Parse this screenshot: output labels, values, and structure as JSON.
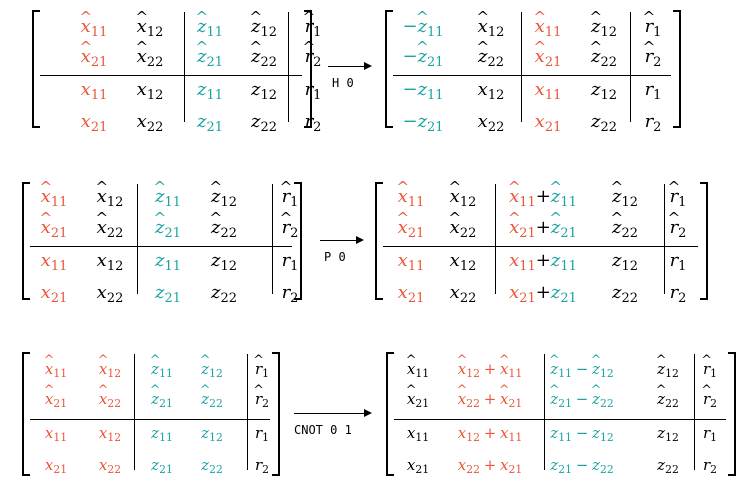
{
  "colors": {
    "x": "#e8573a",
    "z": "#1aa3a3",
    "r": "#000000"
  },
  "arrows": [
    {
      "label": "H 0"
    },
    {
      "label": "P 0"
    },
    {
      "label": "CNOT 0 1"
    }
  ],
  "matrices": [
    {
      "id": "m1",
      "rows": [
        [
          {
            "t": "x",
            "h": true,
            "s": "11",
            "c": "x"
          },
          {
            "t": "x",
            "h": true,
            "s": "12",
            "c": "k"
          },
          {
            "t": "z",
            "h": true,
            "s": "11",
            "c": "z"
          },
          {
            "t": "z",
            "h": true,
            "s": "12",
            "c": "k"
          },
          {
            "t": "r",
            "h": true,
            "s": "1",
            "c": "k"
          }
        ],
        [
          {
            "t": "x",
            "h": true,
            "s": "21",
            "c": "x"
          },
          {
            "t": "x",
            "h": true,
            "s": "22",
            "c": "k"
          },
          {
            "t": "z",
            "h": true,
            "s": "21",
            "c": "z"
          },
          {
            "t": "z",
            "h": true,
            "s": "22",
            "c": "k"
          },
          {
            "t": "r",
            "h": true,
            "s": "2",
            "c": "k"
          }
        ],
        [
          {
            "t": "x",
            "s": "11",
            "c": "x"
          },
          {
            "t": "x",
            "s": "12",
            "c": "k"
          },
          {
            "t": "z",
            "s": "11",
            "c": "z"
          },
          {
            "t": "z",
            "s": "12",
            "c": "k"
          },
          {
            "t": "r",
            "s": "1",
            "c": "k"
          }
        ],
        [
          {
            "t": "x",
            "s": "21",
            "c": "x"
          },
          {
            "t": "x",
            "s": "22",
            "c": "k"
          },
          {
            "t": "z",
            "s": "21",
            "c": "z"
          },
          {
            "t": "z",
            "s": "22",
            "c": "k"
          },
          {
            "t": "r",
            "s": "2",
            "c": "k"
          }
        ]
      ]
    },
    {
      "id": "m2",
      "rows": [
        [
          {
            "t": "z",
            "h": true,
            "s": "11",
            "c": "z",
            "pre": "−"
          },
          {
            "t": "x",
            "h": true,
            "s": "12",
            "c": "k"
          },
          {
            "t": "x",
            "h": true,
            "s": "11",
            "c": "x"
          },
          {
            "t": "z",
            "h": true,
            "s": "12",
            "c": "k"
          },
          {
            "t": "r",
            "h": true,
            "s": "1",
            "c": "k"
          }
        ],
        [
          {
            "t": "z",
            "h": true,
            "s": "21",
            "c": "z",
            "pre": "−"
          },
          {
            "t": "z",
            "h": true,
            "s": "22",
            "c": "k"
          },
          {
            "t": "x",
            "h": true,
            "s": "21",
            "c": "x"
          },
          {
            "t": "z",
            "h": true,
            "s": "22",
            "c": "k"
          },
          {
            "t": "r",
            "h": true,
            "s": "2",
            "c": "k"
          }
        ],
        [
          {
            "t": "z",
            "s": "11",
            "c": "z",
            "pre": "−"
          },
          {
            "t": "x",
            "s": "12",
            "c": "k"
          },
          {
            "t": "x",
            "s": "11",
            "c": "x"
          },
          {
            "t": "z",
            "s": "12",
            "c": "k"
          },
          {
            "t": "r",
            "s": "1",
            "c": "k"
          }
        ],
        [
          {
            "t": "z",
            "s": "21",
            "c": "z",
            "pre": "−"
          },
          {
            "t": "x",
            "s": "22",
            "c": "k"
          },
          {
            "t": "x",
            "s": "21",
            "c": "x"
          },
          {
            "t": "z",
            "s": "22",
            "c": "k"
          },
          {
            "t": "r",
            "s": "2",
            "c": "k"
          }
        ]
      ]
    },
    {
      "id": "m3",
      "rows": [
        [
          {
            "t": "x",
            "h": true,
            "s": "11",
            "c": "x"
          },
          {
            "t": "x",
            "h": true,
            "s": "12",
            "c": "k"
          },
          {
            "t": "z",
            "h": true,
            "s": "11",
            "c": "z"
          },
          {
            "t": "z",
            "h": true,
            "s": "12",
            "c": "k"
          },
          {
            "t": "r",
            "h": true,
            "s": "1",
            "c": "k"
          }
        ],
        [
          {
            "t": "x",
            "h": true,
            "s": "21",
            "c": "x"
          },
          {
            "t": "x",
            "h": true,
            "s": "22",
            "c": "k"
          },
          {
            "t": "z",
            "h": true,
            "s": "21",
            "c": "z"
          },
          {
            "t": "z",
            "h": true,
            "s": "22",
            "c": "k"
          },
          {
            "t": "r",
            "h": true,
            "s": "2",
            "c": "k"
          }
        ],
        [
          {
            "t": "x",
            "s": "11",
            "c": "x"
          },
          {
            "t": "x",
            "s": "12",
            "c": "k"
          },
          {
            "t": "z",
            "s": "11",
            "c": "z"
          },
          {
            "t": "z",
            "s": "12",
            "c": "k"
          },
          {
            "t": "r",
            "s": "1",
            "c": "k"
          }
        ],
        [
          {
            "t": "x",
            "s": "21",
            "c": "x"
          },
          {
            "t": "x",
            "s": "22",
            "c": "k"
          },
          {
            "t": "z",
            "s": "21",
            "c": "z"
          },
          {
            "t": "z",
            "s": "22",
            "c": "k"
          },
          {
            "t": "r",
            "s": "2",
            "c": "k"
          }
        ]
      ]
    },
    {
      "id": "m4",
      "rows": [
        [
          {
            "t": "x",
            "h": true,
            "s": "11",
            "c": "x"
          },
          {
            "t": "x",
            "h": true,
            "s": "12",
            "c": "k"
          },
          {
            "sum": [
              {
                "t": "x",
                "h": true,
                "s": "11",
                "c": "x"
              },
              {
                "t": "z",
                "h": true,
                "s": "11",
                "c": "z"
              }
            ],
            "op": "+"
          },
          {
            "t": "z",
            "h": true,
            "s": "12",
            "c": "k"
          },
          {
            "t": "r",
            "h": true,
            "s": "1",
            "c": "k"
          }
        ],
        [
          {
            "t": "x",
            "h": true,
            "s": "21",
            "c": "x"
          },
          {
            "t": "x",
            "h": true,
            "s": "22",
            "c": "k"
          },
          {
            "sum": [
              {
                "t": "x",
                "h": true,
                "s": "21",
                "c": "x"
              },
              {
                "t": "z",
                "h": true,
                "s": "21",
                "c": "z"
              }
            ],
            "op": "+"
          },
          {
            "t": "z",
            "h": true,
            "s": "22",
            "c": "k"
          },
          {
            "t": "r",
            "h": true,
            "s": "2",
            "c": "k"
          }
        ],
        [
          {
            "t": "x",
            "s": "11",
            "c": "x"
          },
          {
            "t": "x",
            "s": "12",
            "c": "k"
          },
          {
            "sum": [
              {
                "t": "x",
                "s": "11",
                "c": "x"
              },
              {
                "t": "z",
                "s": "11",
                "c": "z"
              }
            ],
            "op": "+"
          },
          {
            "t": "z",
            "s": "12",
            "c": "k"
          },
          {
            "t": "r",
            "s": "1",
            "c": "k"
          }
        ],
        [
          {
            "t": "x",
            "s": "21",
            "c": "x"
          },
          {
            "t": "x",
            "s": "22",
            "c": "k"
          },
          {
            "sum": [
              {
                "t": "x",
                "s": "21",
                "c": "x"
              },
              {
                "t": "z",
                "s": "21",
                "c": "z"
              }
            ],
            "op": "+"
          },
          {
            "t": "z",
            "s": "22",
            "c": "k"
          },
          {
            "t": "r",
            "s": "2",
            "c": "k"
          }
        ]
      ]
    },
    {
      "id": "m5",
      "rows": [
        [
          {
            "t": "x",
            "h": true,
            "s": "11",
            "c": "x"
          },
          {
            "t": "x",
            "h": true,
            "s": "12",
            "c": "x"
          },
          {
            "t": "z",
            "h": true,
            "s": "11",
            "c": "z"
          },
          {
            "t": "z",
            "h": true,
            "s": "12",
            "c": "z"
          },
          {
            "t": "r",
            "h": true,
            "s": "1",
            "c": "k"
          }
        ],
        [
          {
            "t": "x",
            "h": true,
            "s": "21",
            "c": "x"
          },
          {
            "t": "x",
            "h": true,
            "s": "22",
            "c": "x"
          },
          {
            "t": "z",
            "h": true,
            "s": "21",
            "c": "z"
          },
          {
            "t": "z",
            "h": true,
            "s": "22",
            "c": "z"
          },
          {
            "t": "r",
            "h": true,
            "s": "2",
            "c": "k"
          }
        ],
        [
          {
            "t": "x",
            "s": "11",
            "c": "x"
          },
          {
            "t": "x",
            "s": "12",
            "c": "x"
          },
          {
            "t": "z",
            "s": "11",
            "c": "z"
          },
          {
            "t": "z",
            "s": "12",
            "c": "z"
          },
          {
            "t": "r",
            "s": "1",
            "c": "k"
          }
        ],
        [
          {
            "t": "x",
            "s": "21",
            "c": "x"
          },
          {
            "t": "x",
            "s": "22",
            "c": "x"
          },
          {
            "t": "z",
            "s": "21",
            "c": "z"
          },
          {
            "t": "z",
            "s": "22",
            "c": "z"
          },
          {
            "t": "r",
            "s": "2",
            "c": "k"
          }
        ]
      ]
    },
    {
      "id": "m6",
      "rows": [
        [
          {
            "t": "x",
            "h": true,
            "s": "11",
            "c": "k"
          },
          {
            "sum": [
              {
                "t": "x",
                "h": true,
                "s": "12",
                "c": "x"
              },
              {
                "t": "x",
                "h": true,
                "s": "11",
                "c": "x"
              }
            ],
            "op": "+",
            "opc": "x"
          },
          {
            "sum": [
              {
                "t": "z",
                "h": true,
                "s": "11",
                "c": "z"
              },
              {
                "t": "z",
                "h": true,
                "s": "12",
                "c": "z"
              }
            ],
            "op": "−",
            "opc": "z"
          },
          {
            "t": "z",
            "h": true,
            "s": "12",
            "c": "k"
          },
          {
            "t": "r",
            "h": true,
            "s": "1",
            "c": "k"
          }
        ],
        [
          {
            "t": "x",
            "h": true,
            "s": "21",
            "c": "k"
          },
          {
            "sum": [
              {
                "t": "x",
                "h": true,
                "s": "22",
                "c": "x"
              },
              {
                "t": "x",
                "h": true,
                "s": "21",
                "c": "x"
              }
            ],
            "op": "+",
            "opc": "x"
          },
          {
            "sum": [
              {
                "t": "z",
                "h": true,
                "s": "21",
                "c": "z"
              },
              {
                "t": "z",
                "h": true,
                "s": "22",
                "c": "z"
              }
            ],
            "op": "−",
            "opc": "z"
          },
          {
            "t": "z",
            "h": true,
            "s": "22",
            "c": "k"
          },
          {
            "t": "r",
            "h": true,
            "s": "2",
            "c": "k"
          }
        ],
        [
          {
            "t": "x",
            "s": "11",
            "c": "k"
          },
          {
            "sum": [
              {
                "t": "x",
                "s": "12",
                "c": "x"
              },
              {
                "t": "x",
                "s": "11",
                "c": "x"
              }
            ],
            "op": "+",
            "opc": "x"
          },
          {
            "sum": [
              {
                "t": "z",
                "s": "11",
                "c": "z"
              },
              {
                "t": "z",
                "s": "12",
                "c": "z"
              }
            ],
            "op": "−",
            "opc": "z"
          },
          {
            "t": "z",
            "s": "12",
            "c": "k"
          },
          {
            "t": "r",
            "s": "1",
            "c": "k"
          }
        ],
        [
          {
            "t": "x",
            "s": "21",
            "c": "k"
          },
          {
            "sum": [
              {
                "t": "x",
                "s": "22",
                "c": "x"
              },
              {
                "t": "x",
                "s": "21",
                "c": "x"
              }
            ],
            "op": "+",
            "opc": "x"
          },
          {
            "sum": [
              {
                "t": "z",
                "s": "21",
                "c": "z"
              },
              {
                "t": "z",
                "s": "22",
                "c": "z"
              }
            ],
            "op": "−",
            "opc": "z"
          },
          {
            "t": "z",
            "s": "22",
            "c": "k"
          },
          {
            "t": "r",
            "s": "2",
            "c": "k"
          }
        ]
      ]
    }
  ]
}
